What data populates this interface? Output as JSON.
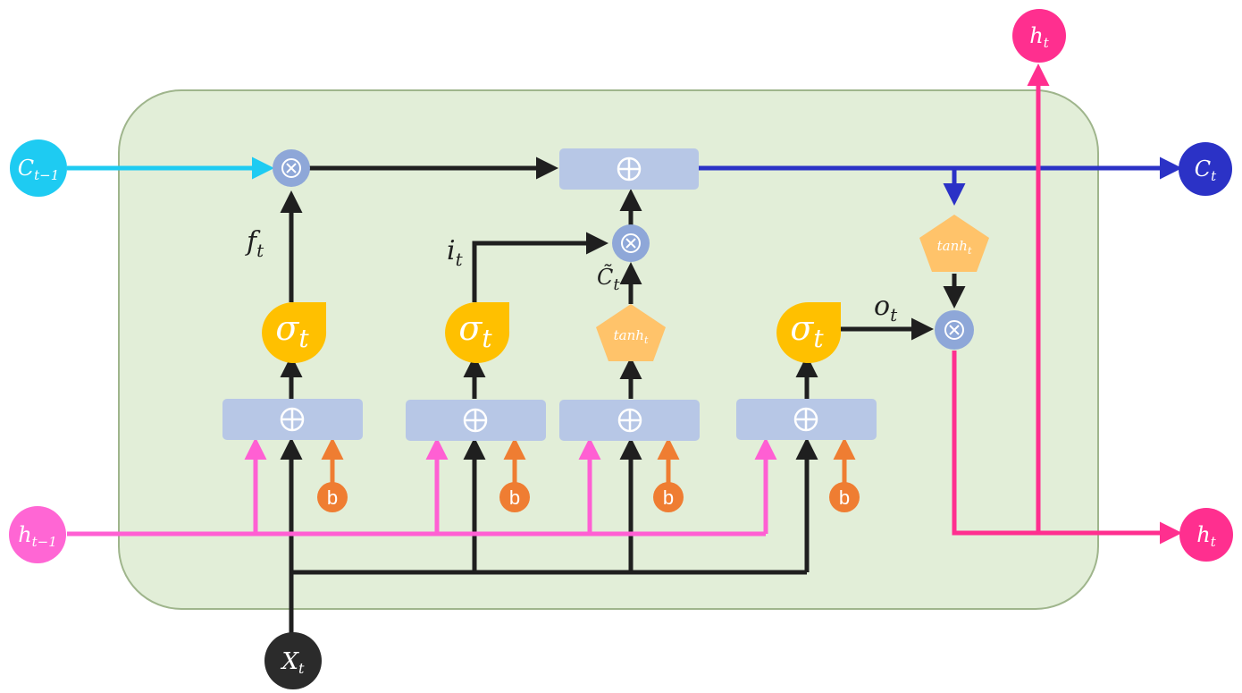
{
  "labels": {
    "c_prev": "C",
    "c_prev_sub": "t−1",
    "c_next": "C",
    "c_next_sub": "t",
    "h_prev": "h",
    "h_prev_sub": "t−1",
    "h_out_right": "h",
    "h_out_right_sub": "t",
    "h_out_top": "h",
    "h_out_top_sub": "t",
    "x_in": "X",
    "x_in_sub": "t",
    "f_gate": "f",
    "f_gate_sub": "t",
    "i_gate": "i",
    "i_gate_sub": "t",
    "c_tilde": "C̃",
    "c_tilde_sub": "t",
    "o_gate": "o",
    "o_gate_sub": "t",
    "sigma": "σ",
    "sigma_sub": "t",
    "tanh": "tanh",
    "tanh_sub": "t",
    "bias": "b"
  },
  "colors": {
    "cell_background": "#e2eed8",
    "cell_border": "#9fb58c",
    "c_prev_node": "#1ecbf2",
    "c_next_node": "#2b32c6",
    "h_prev_node": "#ff66d4",
    "h_out_node": "#ff2f8f",
    "x_node": "#2b2b2b",
    "bias_node": "#ef7d32",
    "sigma": "#ffc000",
    "tanh": "#ffc36a",
    "adder": "#b7c7e6",
    "multiplier": "#8ea7d8"
  }
}
